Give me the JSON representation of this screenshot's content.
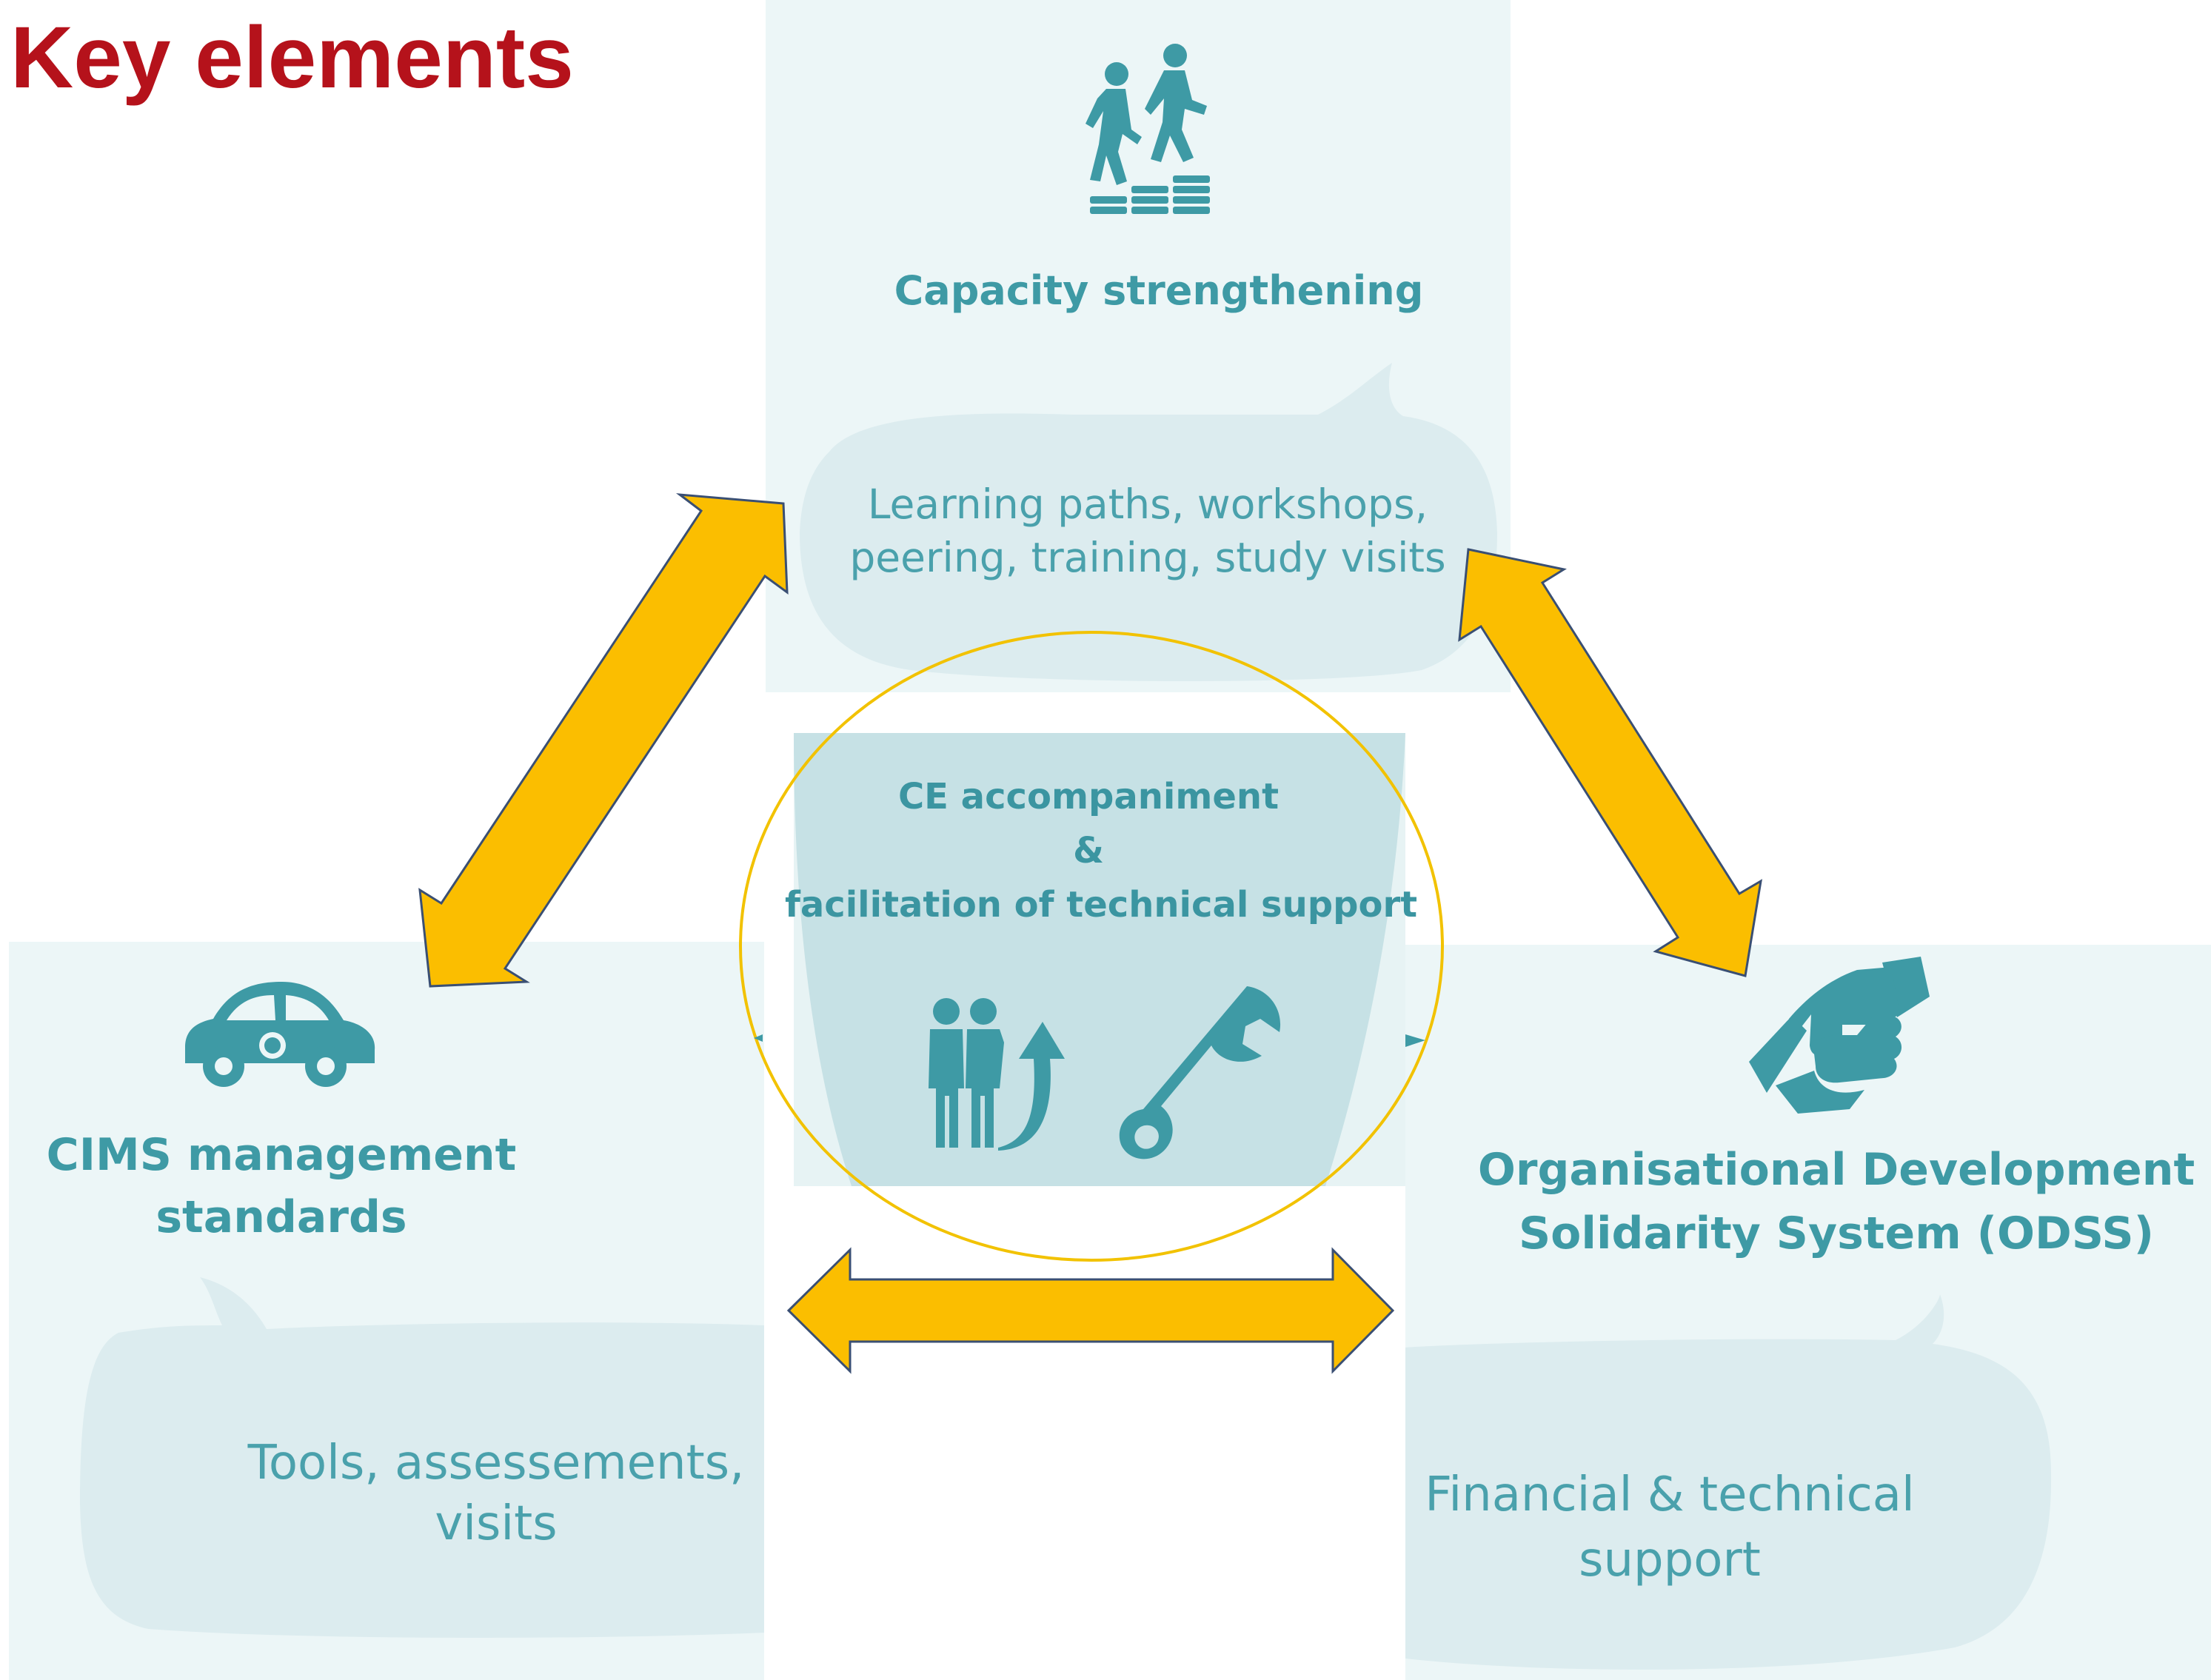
{
  "title": "Key elements",
  "colors": {
    "title": "#b5121b",
    "teal": "#3e9aa5",
    "panel": "#ecf6f7",
    "bubble": "#dcecef",
    "arrow_fill": "#fbbe00",
    "arrow_stroke": "#3a4f73",
    "ellipse_stroke": "#f2c200"
  },
  "nodes": {
    "capacity": {
      "icon": "people-climbing-steps-icon",
      "title": "Capacity strengthening",
      "bubble_lines": [
        "Learning paths, workshops,",
        "peering,  training, study visits"
      ]
    },
    "center": {
      "title_lines": [
        "CE accompaniment",
        "&",
        "facilitation of technical support"
      ],
      "icons": [
        "people-growth-arrow-icon",
        "wrench-icon"
      ]
    },
    "cims": {
      "icon": "car-icon",
      "title_lines": [
        "CIMS management",
        "standards"
      ],
      "bubble_lines": [
        "Tools, assessements,",
        "visits"
      ]
    },
    "odss": {
      "icon": "handshake-icon",
      "title_lines": [
        "Organisational Development",
        "Solidarity System (ODSS)"
      ],
      "bubble_lines": [
        "Financial & technical",
        "support"
      ]
    }
  },
  "arrows": [
    "capacity-cims",
    "capacity-odss",
    "cims-odss"
  ]
}
